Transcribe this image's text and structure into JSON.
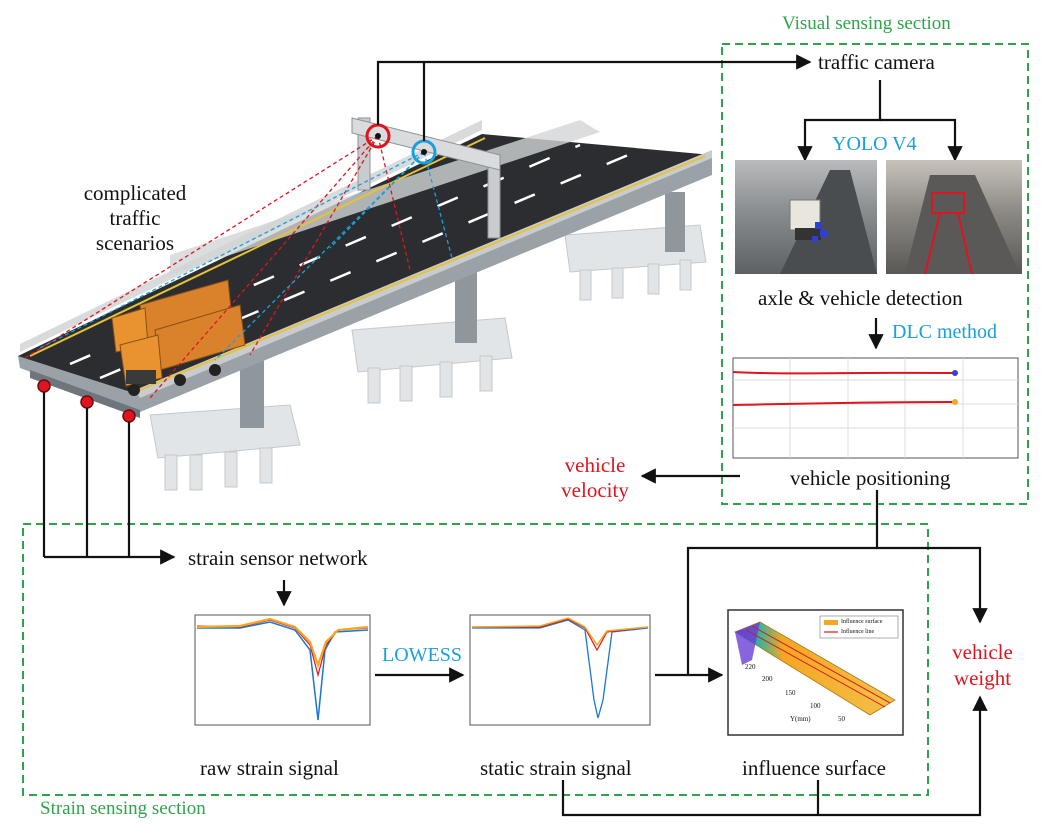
{
  "sections": {
    "visual": "Visual sensing section",
    "strain": "Strain sensing section"
  },
  "labels": {
    "traffic_camera": "traffic camera",
    "yolo": "YOLO V4",
    "detection": "axle & vehicle detection",
    "dlc": "DLC method",
    "positioning": "vehicle positioning",
    "velocity_line1": "vehicle",
    "velocity_line2": "velocity",
    "scenarios_line1": "complicated",
    "scenarios_line2": "traffic",
    "scenarios_line3": "scenarios",
    "sensor_network": "strain sensor network",
    "lowess": "LOWESS",
    "raw_signal": "raw strain signal",
    "static_signal": "static strain signal",
    "influence_surface": "influence surface",
    "weight_line1": "vehicle",
    "weight_line2": "weight"
  },
  "surface_plot": {
    "legend": [
      "Influence surface",
      "Influence line"
    ],
    "y_ticks": [
      "220",
      "200",
      "150",
      "100",
      "50"
    ],
    "y_label": "Y(mm)"
  },
  "colors": {
    "section_border": "#2ea34a",
    "accent_blue": "#1aa0dc",
    "accent_red": "#e0141e"
  }
}
